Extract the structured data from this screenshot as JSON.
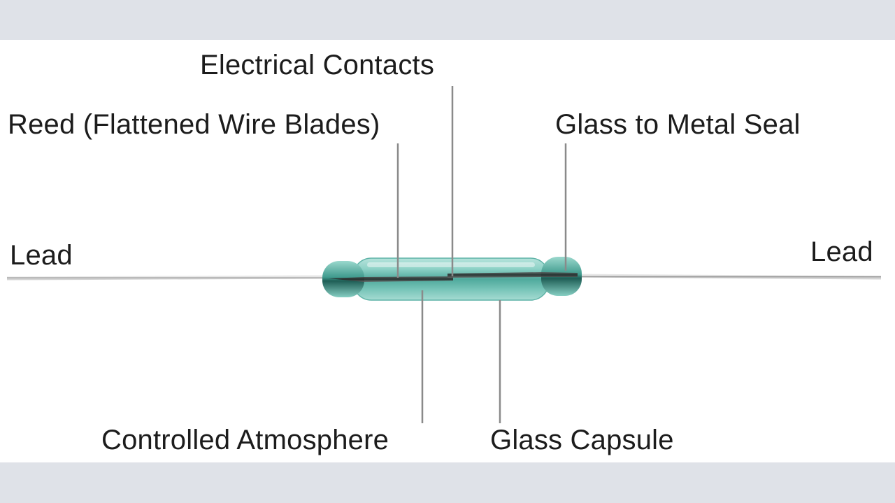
{
  "labels": {
    "electrical_contacts": "Electrical Contacts",
    "reed": "Reed (Flattened Wire Blades)",
    "glass_to_metal_seal": "Glass to Metal Seal",
    "lead_left": "Lead",
    "lead_right": "Lead",
    "controlled_atmosphere": "Controlled Atmosphere",
    "glass_capsule": "Glass Capsule"
  },
  "colors": {
    "background_band": "#dfe2e8",
    "canvas": "#ffffff",
    "glass": "#7cc9bf",
    "glass_dark": "#2f8c80",
    "leader_line": "#8a8a8a",
    "lead_wire": "#a9a9a9"
  }
}
